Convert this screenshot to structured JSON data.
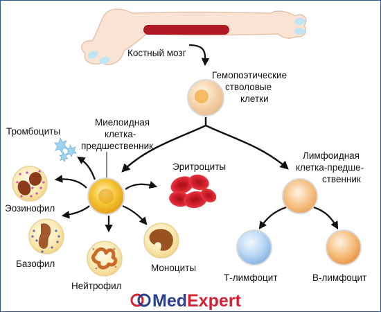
{
  "labels": {
    "bone_marrow": "Костный мозг",
    "hsc": [
      "Гемопоэтические",
      "стволовые",
      "клетки"
    ],
    "myeloid": [
      "Миелоидная",
      "клетка-",
      "предшественник"
    ],
    "lymphoid": [
      "Лимфоидная",
      "клетка-предше-",
      "ственник"
    ],
    "platelets": "Тромбоциты",
    "erythrocytes": "Эритроциты",
    "eosinophil": "Эозинофил",
    "basophil": "Базофил",
    "neutrophil": "Нейтрофил",
    "monocytes": "Моноциты",
    "t_lymphocyte": "Т-лимфоцит",
    "b_lymphocyte": "В-лимфоцит"
  },
  "brand": {
    "part1": "Med",
    "part2": "Expert"
  },
  "colors": {
    "bone": "#fbe3d4",
    "marrow": "#b01a25",
    "stem": "#f3b24f",
    "erythrocyte": "#d7212e",
    "t_cell": "#9ec7ee",
    "b_cell": "#f2a556",
    "brand_blue": "#2a3f8f",
    "brand_red": "#d32033"
  }
}
